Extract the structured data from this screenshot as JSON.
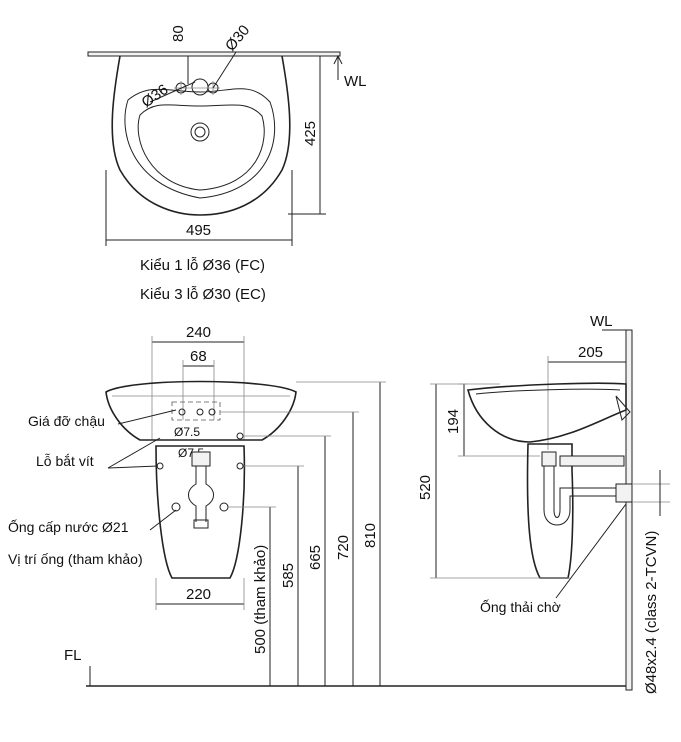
{
  "top_view": {
    "dim_hole_spacing": "80",
    "dim_hole_small": "Ø30",
    "dim_hole_large": "Ø36",
    "label_wl": "WL",
    "dim_depth": "425",
    "dim_width": "495",
    "caption_1": "Kiểu 1 lỗ Ø36 (FC)",
    "caption_2": "Kiểu 3 lỗ Ø30 (EC)"
  },
  "front_view": {
    "dim_bracket_outer": "240",
    "dim_bracket_inner": "68",
    "dim_bolt": "Ø7.5",
    "dim_bolt_lower": "Ø7.5",
    "dim_pedestal_bottom": "220",
    "dim_pipe_ref": "500 (tham khảo)",
    "dim_585": "585",
    "dim_665": "665",
    "dim_720": "720",
    "dim_810": "810",
    "label_fl": "FL",
    "label_bracket": "Giá đỡ chậu",
    "label_screw_hole": "Lỗ bắt vít",
    "label_supply": "Ống cấp nước Ø21",
    "label_supply_position": "Vị trí ống (tham khảo)"
  },
  "side_view": {
    "label_wl": "WL",
    "dim_205": "205",
    "dim_194": "194",
    "dim_520": "520",
    "label_drain": "Ống thải chờ",
    "label_drain_pipe": "Ø48x2.4 (class 2-TCVN)"
  }
}
